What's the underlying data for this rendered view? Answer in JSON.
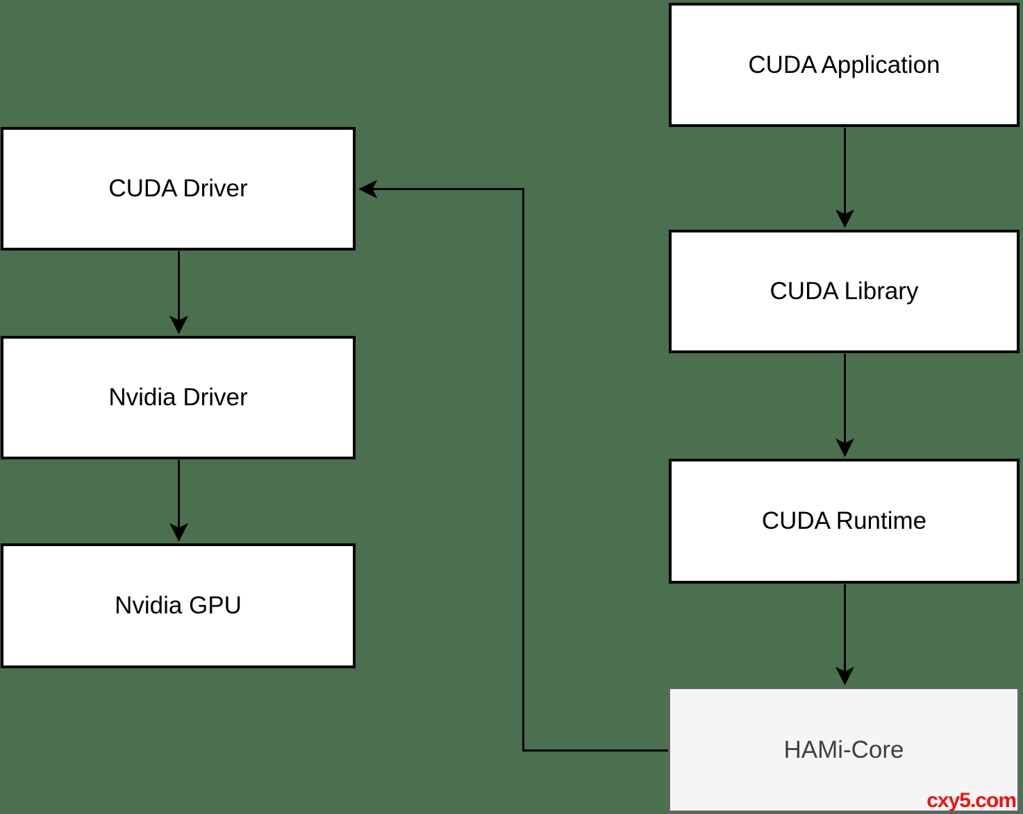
{
  "diagram": {
    "nodes": [
      {
        "id": "cuda-driver",
        "label": "CUDA Driver"
      },
      {
        "id": "nvidia-driver",
        "label": "Nvidia Driver"
      },
      {
        "id": "nvidia-gpu",
        "label": "Nvidia GPU"
      },
      {
        "id": "cuda-application",
        "label": "CUDA Application"
      },
      {
        "id": "cuda-library",
        "label": "CUDA Library"
      },
      {
        "id": "cuda-runtime",
        "label": "CUDA Runtime"
      },
      {
        "id": "hami-core",
        "label": "HAMi-Core"
      }
    ],
    "edges": [
      {
        "from": "cuda-driver",
        "to": "nvidia-driver"
      },
      {
        "from": "nvidia-driver",
        "to": "nvidia-gpu"
      },
      {
        "from": "cuda-application",
        "to": "cuda-library"
      },
      {
        "from": "cuda-library",
        "to": "cuda-runtime"
      },
      {
        "from": "cuda-runtime",
        "to": "hami-core"
      },
      {
        "from": "hami-core",
        "to": "cuda-driver"
      }
    ],
    "colors": {
      "background": "#4a7050",
      "node_fill": "#ffffff",
      "node_border": "#000000",
      "node_text": "#000000",
      "hami_fill": "#f5f5f5",
      "hami_border": "#666666",
      "hami_text": "#404040",
      "connector": "#000000"
    }
  },
  "watermark": {
    "text": "cxy5.com",
    "color": "#f01111"
  }
}
